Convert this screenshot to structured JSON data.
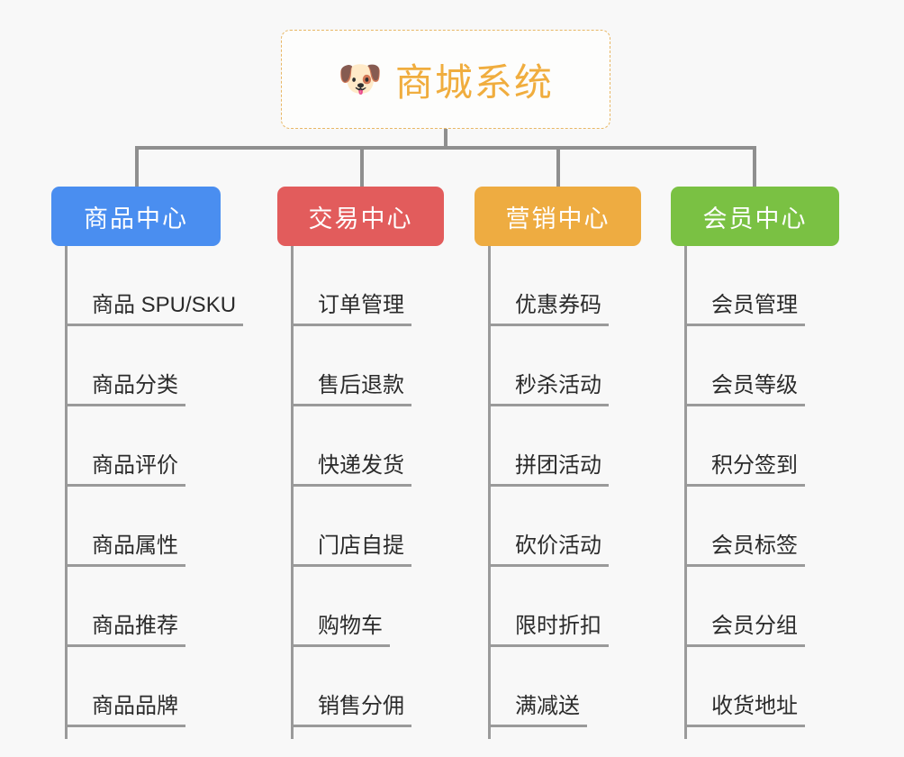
{
  "background_color": "#f8f8f8",
  "root": {
    "icon": "shiba-dog-face-emoji",
    "icon_glyph": "🐶",
    "title": "商城系统",
    "text_color": "#f0ad3e",
    "border_color": "#e8b765",
    "border_style": "dashed"
  },
  "connector_color": "#8f8f8f",
  "columns": [
    {
      "title": "商品中心",
      "color": "#4a8ef0",
      "items": [
        "商品 SPU/SKU",
        "商品分类",
        "商品评价",
        "商品属性",
        "商品推荐",
        "商品品牌"
      ]
    },
    {
      "title": "交易中心",
      "color": "#e25c5c",
      "items": [
        "订单管理",
        "售后退款",
        "快递发货",
        "门店自提",
        "购物车",
        "销售分佣"
      ]
    },
    {
      "title": "营销中心",
      "color": "#eeac41",
      "items": [
        "优惠券码",
        "秒杀活动",
        "拼团活动",
        "砍价活动",
        "限时折扣",
        "满减送"
      ]
    },
    {
      "title": "会员中心",
      "color": "#7ac143",
      "items": [
        "会员管理",
        "会员等级",
        "积分签到",
        "会员标签",
        "会员分组",
        "收货地址"
      ]
    }
  ]
}
